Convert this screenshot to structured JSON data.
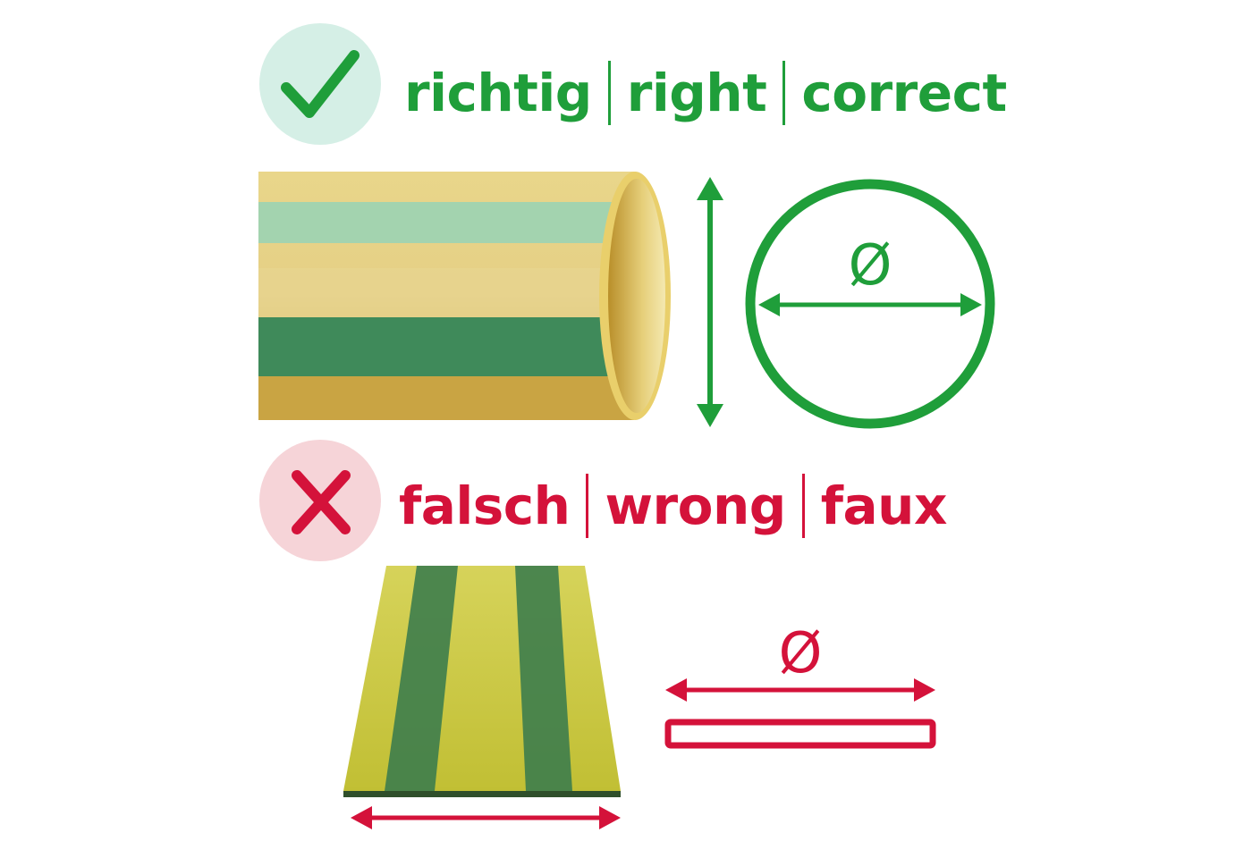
{
  "right_row": {
    "words": [
      "richtig",
      "right",
      "correct"
    ],
    "color": "#1f9e3a",
    "badge_color": "#d5efe6",
    "icon": "checkmark-icon"
  },
  "wrong_row": {
    "words": [
      "falsch",
      "wrong",
      "faux"
    ],
    "color": "#d4123a",
    "badge_color": "#f6d4d8",
    "icon": "cross-icon"
  },
  "diameter_symbol": "Ø",
  "tube_colors": {
    "yellow": "#d9b64a",
    "green": "#3f8a5a",
    "light": "#efe3a2"
  },
  "flat_colors": {
    "yellow": "#c7c53a",
    "green": "#3d7d4c"
  }
}
